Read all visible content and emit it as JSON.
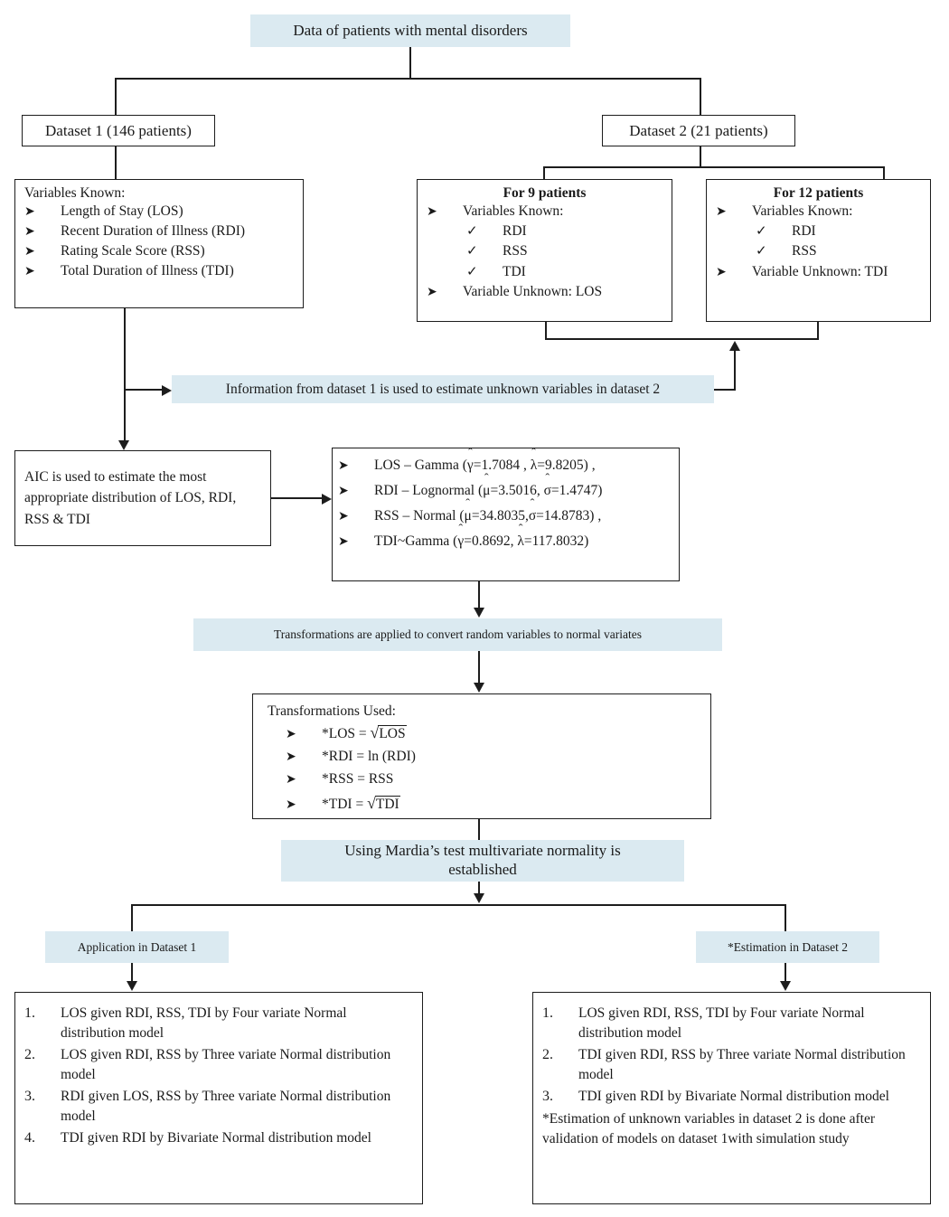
{
  "diagram": {
    "title_banner": "Data of patients with mental disorders",
    "dataset1": {
      "label": "Dataset 1 (146 patients)",
      "variables_heading": "Variables Known:",
      "variables": [
        "Length of Stay (LOS)",
        "Recent Duration of Illness (RDI)",
        "Rating Scale Score (RSS)",
        "Total Duration of Illness (TDI)"
      ]
    },
    "dataset2": {
      "label": "Dataset 2 (21 patients)",
      "group_9": {
        "header": "For 9 patients",
        "known_label": "Variables Known:",
        "known_items": [
          "RDI",
          "RSS",
          "TDI"
        ],
        "unknown_label": "Variable Unknown: LOS"
      },
      "group_12": {
        "header": "For 12 patients",
        "known_label": "Variables Known:",
        "known_items": [
          "RDI",
          "RSS"
        ],
        "unknown_label": "Variable Unknown: TDI"
      }
    },
    "info_banner": "Information from dataset 1 is used to estimate unknown variables in dataset 2",
    "aic_box": "AIC is used to estimate the most appropriate distribution of LOS, RDI, RSS & TDI",
    "distributions": [
      {
        "variable": "LOS",
        "separator": "–",
        "family": "Gamma",
        "params": [
          {
            "symbol": "γ",
            "hat": true,
            "value": "1.7084"
          },
          {
            "symbol": "λ",
            "hat": true,
            "value": "9.8205"
          }
        ],
        "trailing_comma": true
      },
      {
        "variable": "RDI",
        "separator": "–",
        "family": "Lognormal",
        "params": [
          {
            "symbol": "μ",
            "hat": true,
            "value": "3.5016"
          },
          {
            "symbol": "σ",
            "hat": true,
            "value": "1.4747"
          }
        ],
        "trailing_comma": false
      },
      {
        "variable": "RSS",
        "separator": "–",
        "family": "Normal",
        "params": [
          {
            "symbol": "μ",
            "hat": true,
            "value": "34.8035"
          },
          {
            "symbol": "σ",
            "hat": true,
            "value": "14.8783"
          }
        ],
        "trailing_comma": true
      },
      {
        "variable": "TDI",
        "separator": "~",
        "family": "Gamma",
        "params": [
          {
            "symbol": "γ",
            "hat": true,
            "value": "0.8692"
          },
          {
            "symbol": "λ",
            "hat": true,
            "value": "117.8032"
          }
        ],
        "trailing_comma": false
      }
    ],
    "transform_banner": "Transformations are applied to convert random variables to normal variates",
    "transformations": {
      "heading": "Transformations Used:",
      "items": [
        {
          "lhs": "*LOS =",
          "op": "sqrt",
          "arg": "LOS"
        },
        {
          "lhs": "*RDI =",
          "op": "ln",
          "arg": "(RDI)"
        },
        {
          "lhs": "*RSS =",
          "op": "plain",
          "arg": "RSS"
        },
        {
          "lhs": "*TDI =",
          "op": "sqrt",
          "arg": "TDI"
        }
      ]
    },
    "mardia_banner_line1": "Using Mardia’s test multivariate normality is",
    "mardia_banner_line2": "established",
    "application_label": "Application in Dataset 1",
    "estimation_label": "*Estimation in Dataset 2",
    "application_models": [
      "LOS given RDI, RSS,  TDI by Four variate Normal distribution model",
      "LOS given RDI, RSS by Three variate Normal distribution model",
      "RDI given LOS,  RSS by Three variate Normal distribution model",
      "TDI given RDI by Bivariate Normal distribution model"
    ],
    "estimation_models": [
      "LOS given RDI, RSS,  TDI by Four variate Normal distribution model",
      "TDI given RDI, RSS by Three variate Normal distribution model",
      "TDI given RDI by Bivariate Normal distribution model"
    ],
    "estimation_footnote": "*Estimation of unknown variables in dataset 2 is done after validation of models on dataset 1with simulation study",
    "colors": {
      "banner_fill": "#dbeaf1",
      "line": "#1d1d1d",
      "text": "#1a1a1a"
    }
  }
}
